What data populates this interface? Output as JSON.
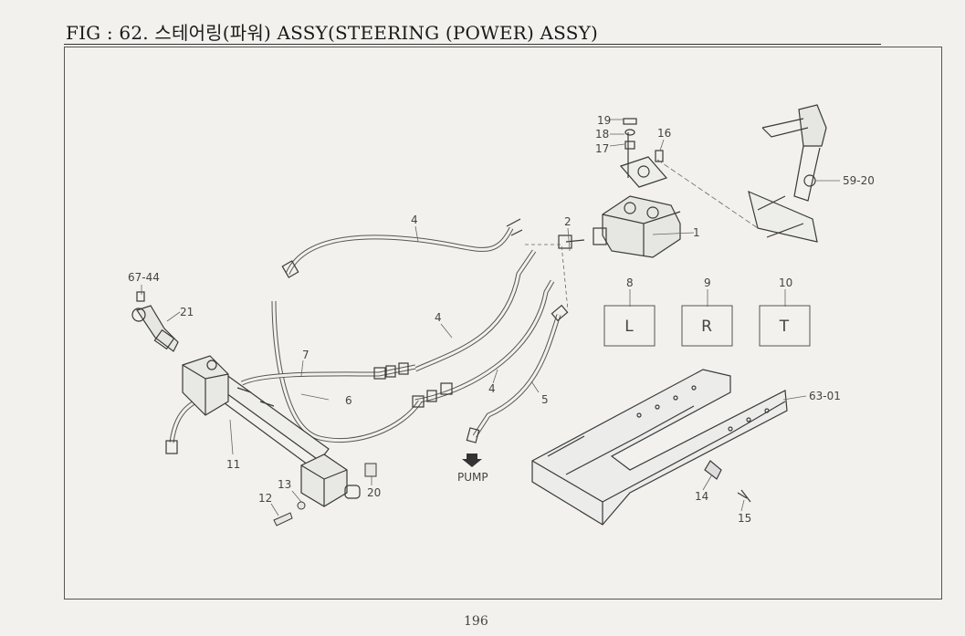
{
  "title": "FIG : 62. 스테어링(파워) ASSY(STEERING (POWER) ASSY)",
  "page_number": "196",
  "pump_label": "PUMP",
  "callouts": {
    "c1": "1",
    "c2": "2",
    "c4a": "4",
    "c4b": "4",
    "c4c": "4",
    "c5": "5",
    "c6": "6",
    "c7": "7",
    "c8": "8",
    "c9": "9",
    "c10": "10",
    "c11": "11",
    "c12": "12",
    "c13": "13",
    "c14": "14",
    "c15": "15",
    "c16": "16",
    "c17": "17",
    "c18": "18",
    "c19": "19",
    "c20": "20",
    "c21": "21",
    "c5920": "59-20",
    "c6301": "63-01",
    "c6744": "67-44"
  },
  "boxes": {
    "box_l": "L",
    "box_r": "R",
    "box_t": "T"
  }
}
